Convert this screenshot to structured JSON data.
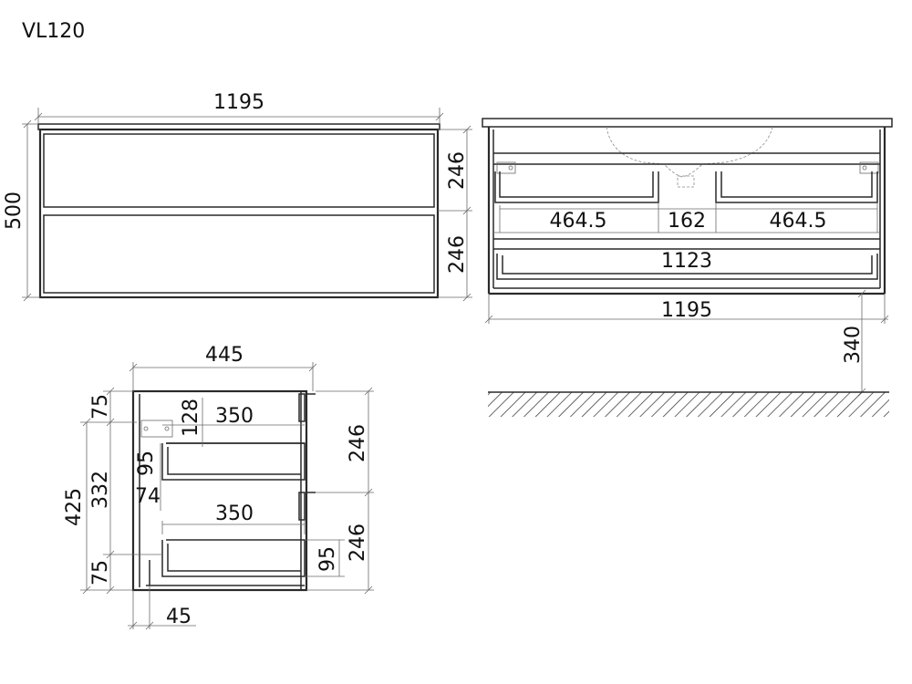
{
  "title": "VL120",
  "front_view": {
    "width": "1195",
    "height": "500",
    "drawer_top": "246",
    "drawer_bottom": "246"
  },
  "back_view": {
    "left_section": "464.5",
    "middle_section": "162",
    "right_section": "464.5",
    "inner_width": "1123",
    "width": "1195",
    "floor_gap": "340"
  },
  "side_view": {
    "depth": "445",
    "top_offset": "75",
    "total_height": "425",
    "inner_height": "332",
    "bottom_offset": "75",
    "handle_gap": "128",
    "drawer_depth_top": "350",
    "drawer_depth_bottom": "350",
    "drawer_height_top": "95",
    "drawer_height_bottom": "95",
    "spacing": "74",
    "front_top": "246",
    "front_bottom": "246",
    "back_offset": "45"
  },
  "colors": {
    "line": "#2a2a2a",
    "dimension": "#6a6a6a",
    "background": "#ffffff"
  }
}
